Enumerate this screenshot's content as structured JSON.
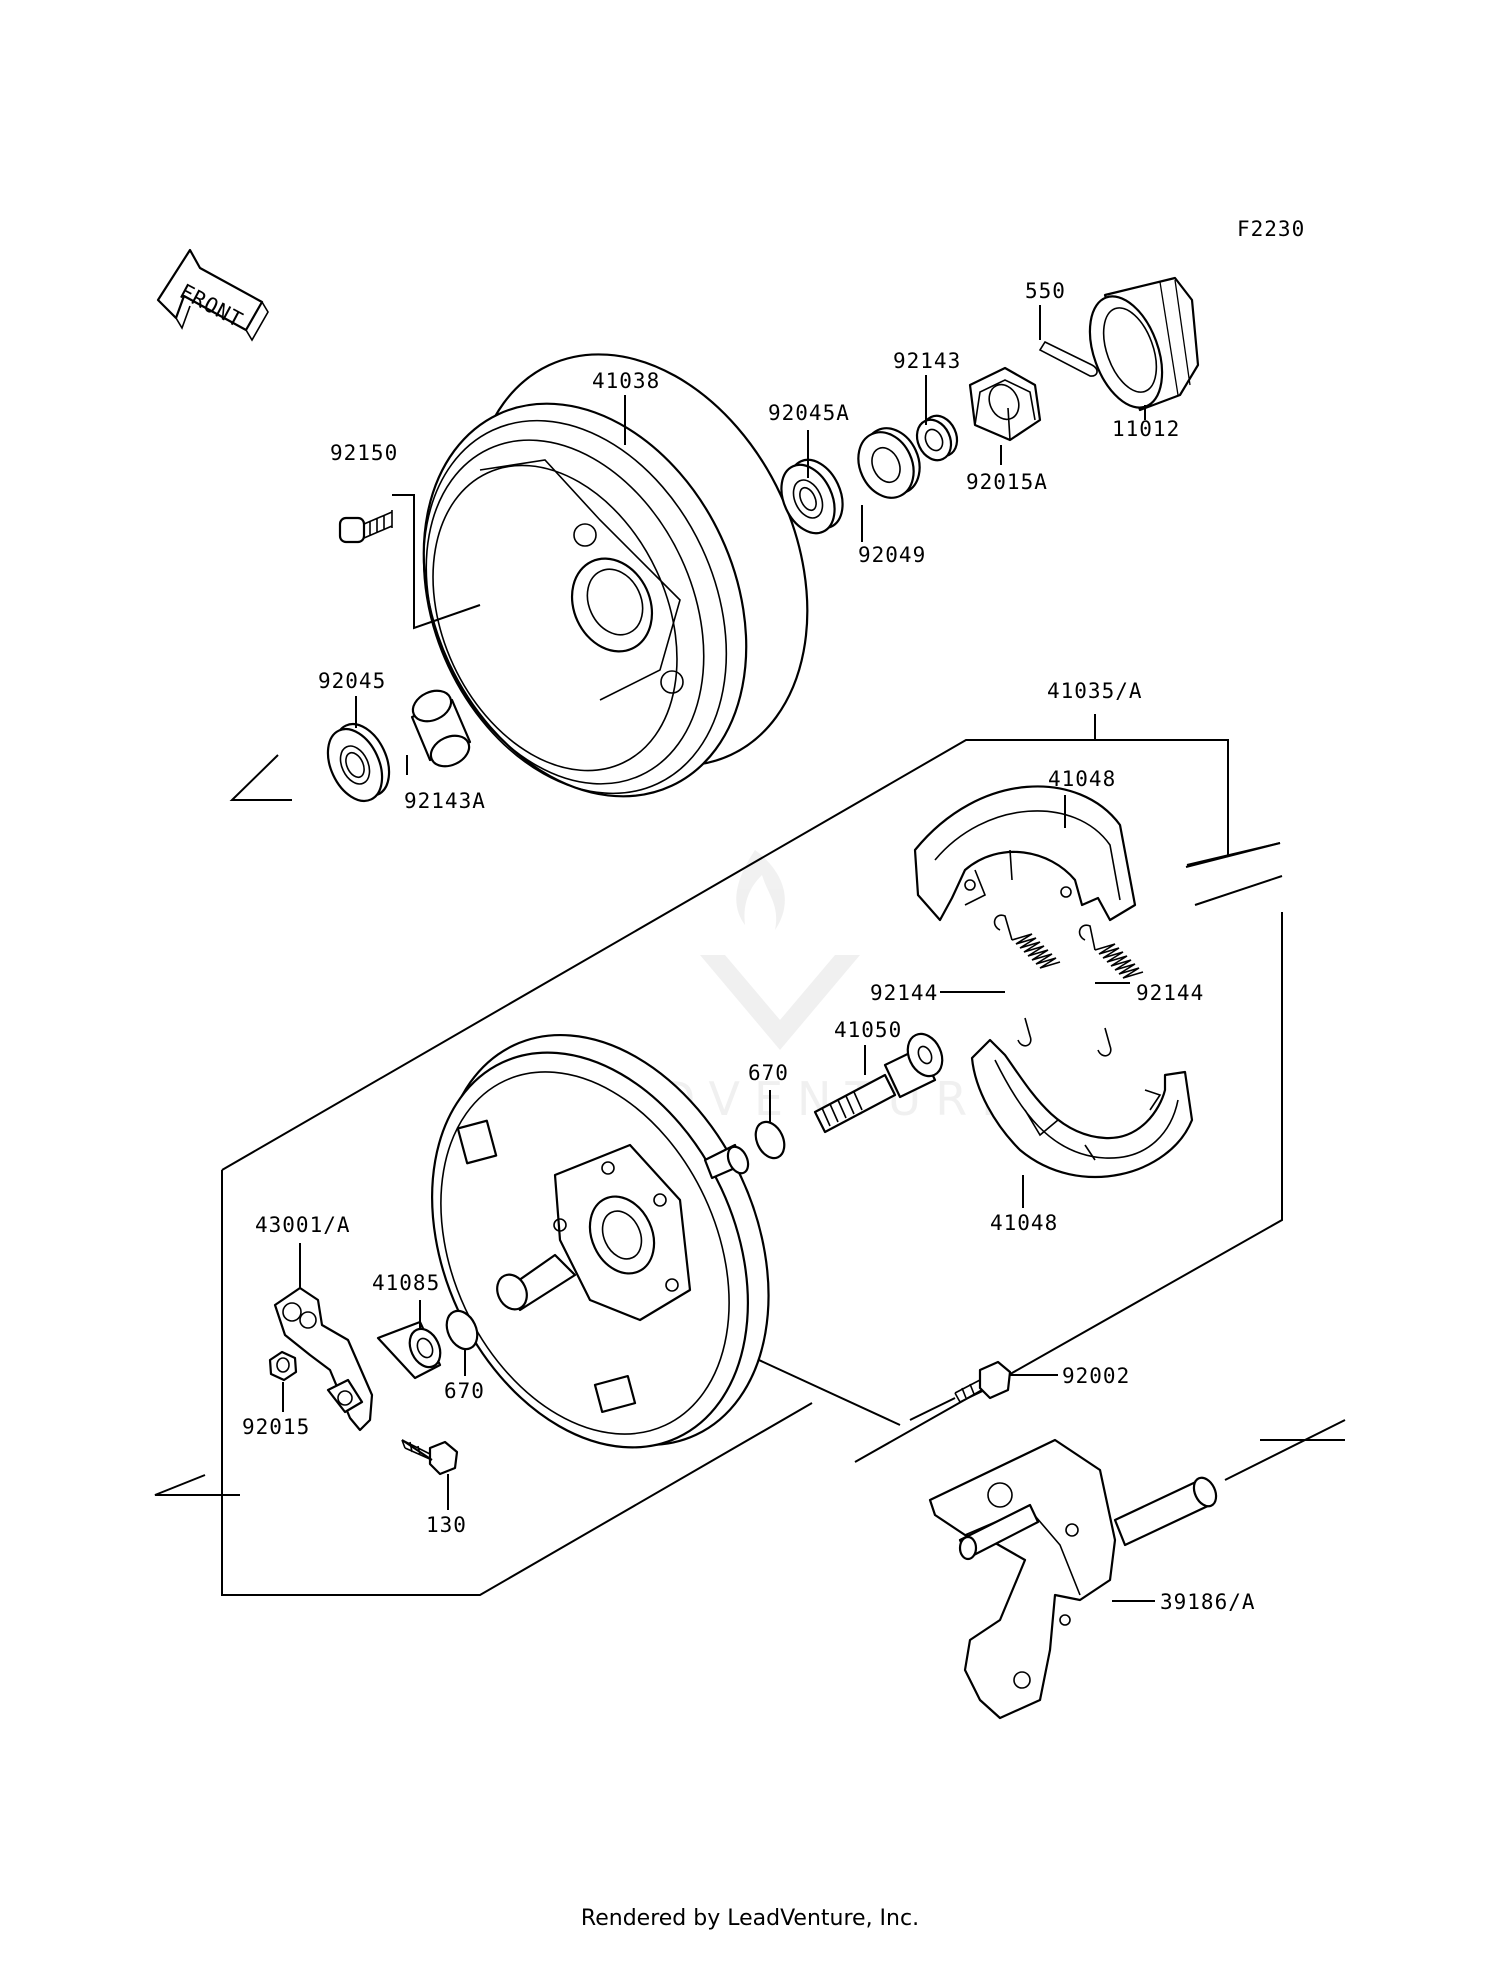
{
  "diagram": {
    "code": "F2230",
    "front_label": "FRONT",
    "watermark": "LEADVENTURE",
    "labels": [
      {
        "id": "lbl-550",
        "text": "550"
      },
      {
        "id": "lbl-11012",
        "text": "11012"
      },
      {
        "id": "lbl-92143",
        "text": "92143"
      },
      {
        "id": "lbl-92015a",
        "text": "92015A"
      },
      {
        "id": "lbl-92045a",
        "text": "92045A"
      },
      {
        "id": "lbl-92049",
        "text": "92049"
      },
      {
        "id": "lbl-41038",
        "text": "41038"
      },
      {
        "id": "lbl-92150",
        "text": "92150"
      },
      {
        "id": "lbl-92045",
        "text": "92045"
      },
      {
        "id": "lbl-92143a",
        "text": "92143A"
      },
      {
        "id": "lbl-41035a",
        "text": "41035/A"
      },
      {
        "id": "lbl-41048-top",
        "text": "41048"
      },
      {
        "id": "lbl-92144-left",
        "text": "92144"
      },
      {
        "id": "lbl-92144-right",
        "text": "92144"
      },
      {
        "id": "lbl-41050",
        "text": "41050"
      },
      {
        "id": "lbl-670-top",
        "text": "670"
      },
      {
        "id": "lbl-41048-bottom",
        "text": "41048"
      },
      {
        "id": "lbl-43001a",
        "text": "43001/A"
      },
      {
        "id": "lbl-41085",
        "text": "41085"
      },
      {
        "id": "lbl-670-bottom",
        "text": "670"
      },
      {
        "id": "lbl-92015",
        "text": "92015"
      },
      {
        "id": "lbl-130",
        "text": "130"
      },
      {
        "id": "lbl-92002",
        "text": "92002"
      },
      {
        "id": "lbl-39186a",
        "text": "39186/A"
      }
    ]
  },
  "footer": {
    "text": "Rendered by LeadVenture, Inc."
  }
}
